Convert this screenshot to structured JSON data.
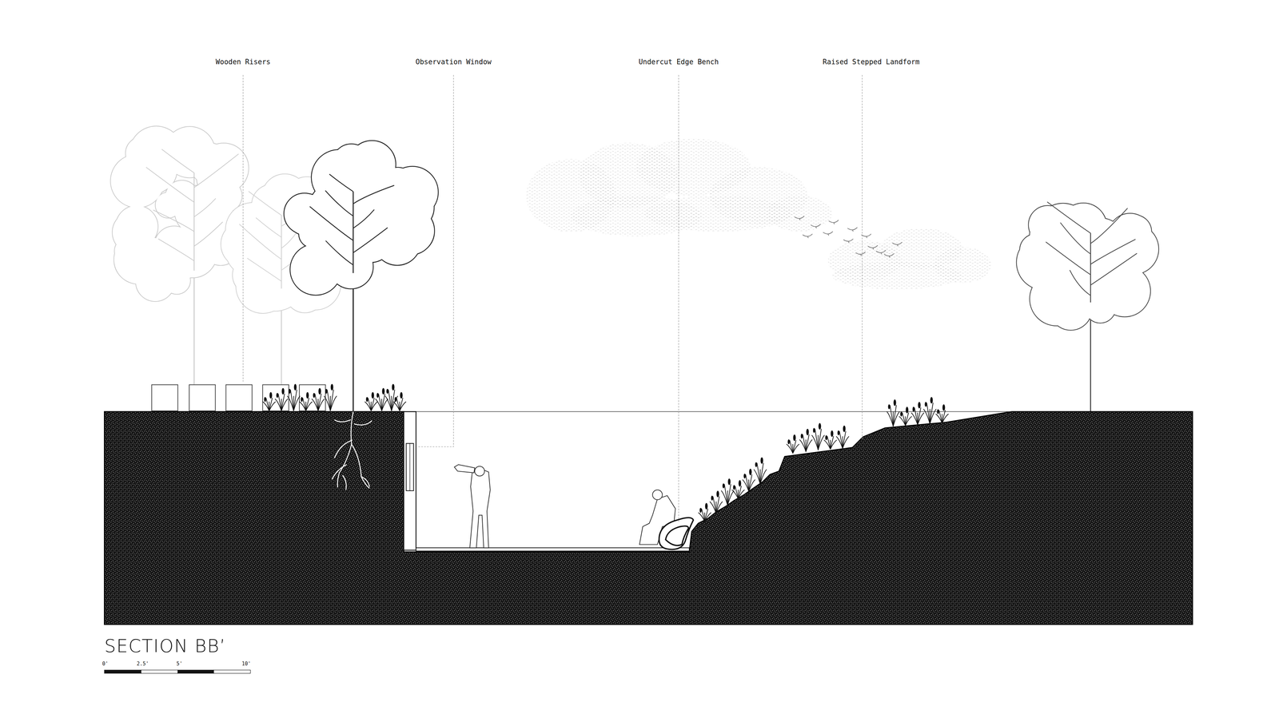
{
  "diagram": {
    "title": "SECTION BB’",
    "labels": [
      "Wooden Risers",
      "Observation Window",
      "Undercut Edge Bench",
      "Raised Stepped Landform",
      "0'",
      "2.5'",
      "5'",
      "10'"
    ]
  }
}
